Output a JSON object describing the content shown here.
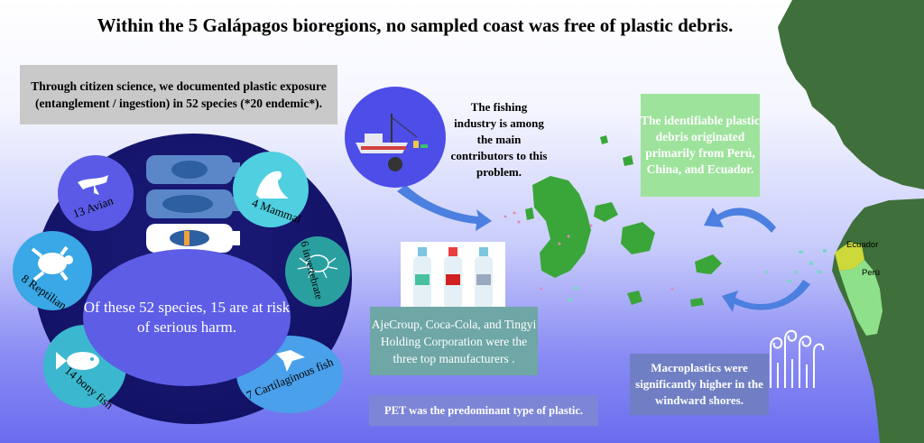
{
  "title": "Within the 5 Galápagos bioregions, no sampled coast was free of plastic debris.",
  "intro": "Through citizen science, we documented plastic exposure (entanglement / ingestion) in 52 species (*20 endemic*).",
  "risk": "Of these 52 species, 15 are at risk of serious harm.",
  "categories": {
    "avian": "13 Avian",
    "mammal": "4 Mammal",
    "reptilian": "8 Reptilian",
    "invertebrate": "6 invertebrate",
    "bony_fish": "14 bony fish",
    "cartilaginous": "7 Cartilaginous fish"
  },
  "fishing": "The fishing industry is among the main contributors to this problem.",
  "origin": "The identifiable plastic debris originated primarily from Perú, China, and Ecuador.",
  "manufacturers": "AjeCroup, Coca-Cola, and Tingyi Holding Corporation were the three top manufacturers .",
  "pet": "PET was the predominant type of plastic.",
  "macro": "Macroplastics were significantly higher in the windward shores.",
  "countries": {
    "ecuador": "Ecuador",
    "peru": "Perú"
  },
  "colors": {
    "avian": "#5a5ae6",
    "mammal": "#4fcfe0",
    "reptilian": "#3aa7e6",
    "invertebrate": "#2a9fa0",
    "bony_fish": "#3bb8cf",
    "cartilaginous": "#4aa0ea",
    "land": "#3f6f3a",
    "island": "#3aa63a"
  },
  "icons": [
    "bird-icon",
    "seal-icon",
    "turtle-icon",
    "crab-icon",
    "fish-icon",
    "shark-icon",
    "ship-icon",
    "bottle-icon",
    "wave-icon",
    "arrow-icon"
  ]
}
